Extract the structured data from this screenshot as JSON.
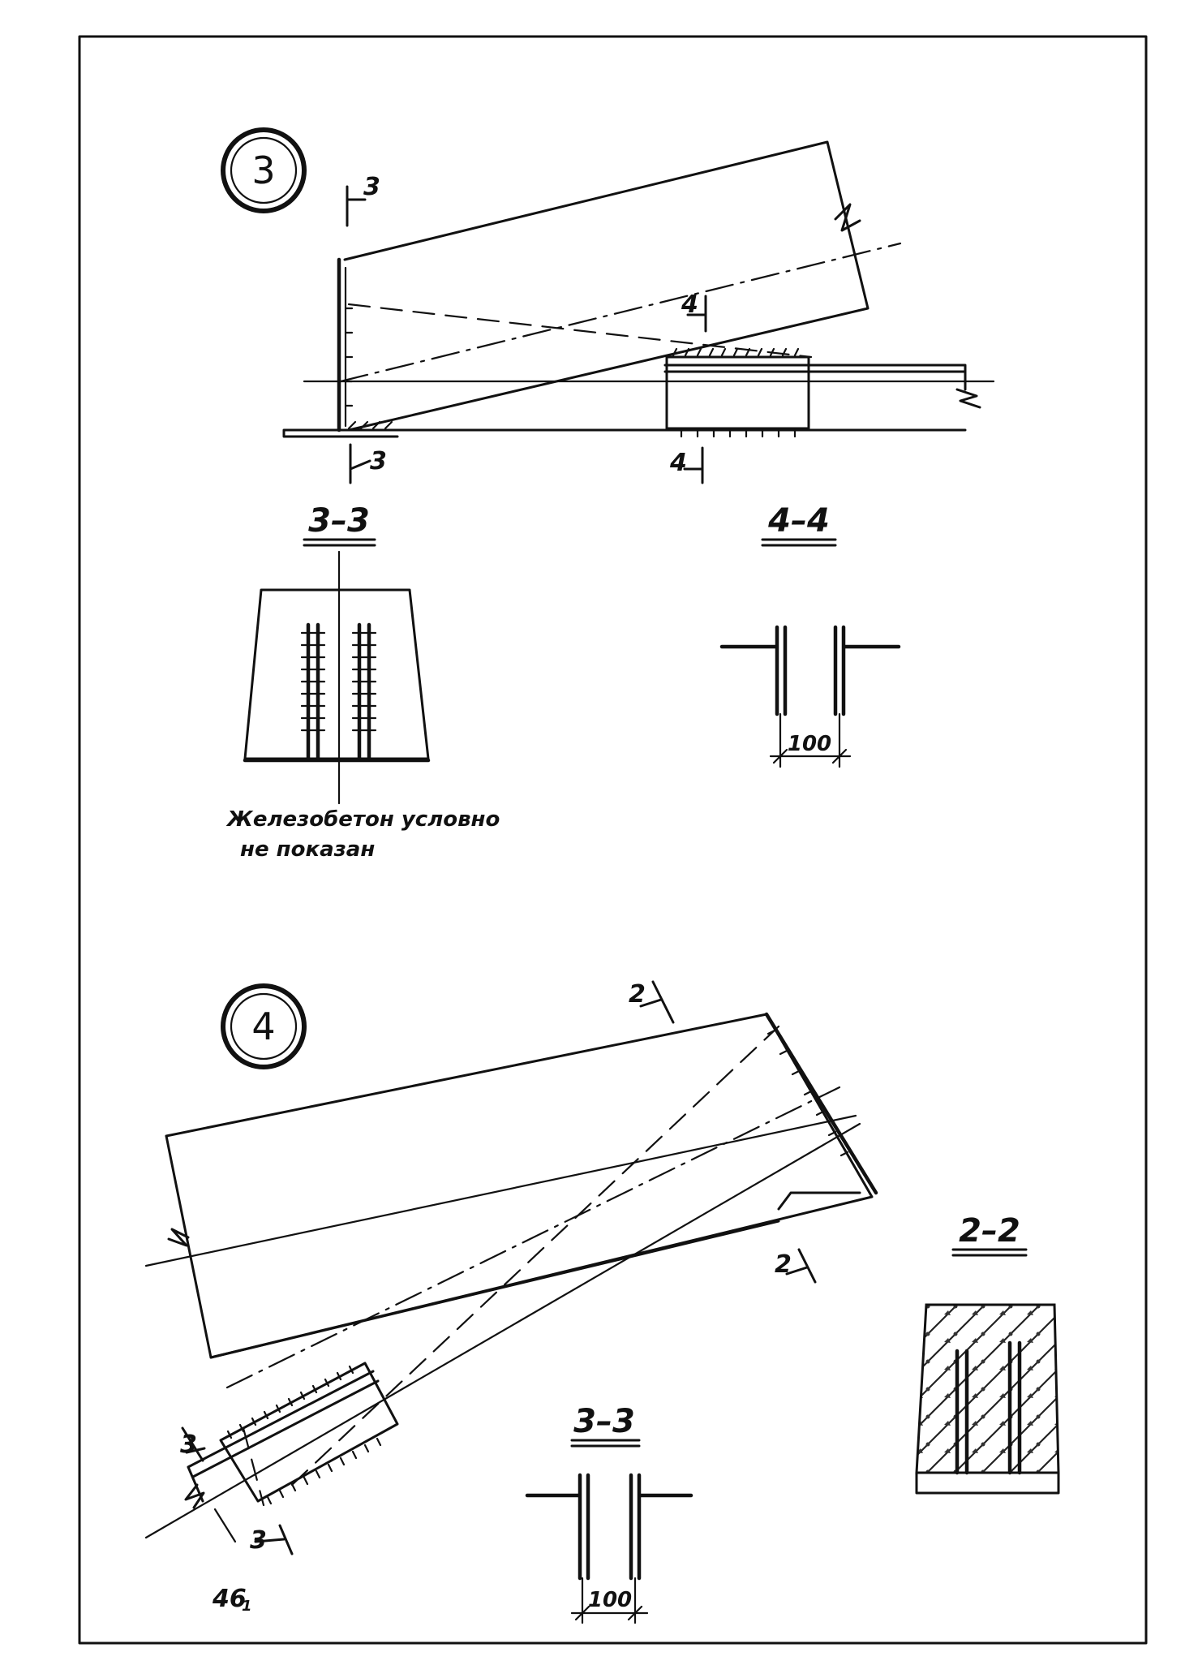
{
  "details": [
    {
      "number": "3",
      "section_marks": [
        "3",
        "3",
        "4",
        "4"
      ],
      "sections": [
        {
          "title": "3–3"
        },
        {
          "title": "4–4",
          "dimension": "100"
        }
      ],
      "note": [
        "Железобетон условно",
        "не показан"
      ]
    },
    {
      "number": "4",
      "section_marks": [
        "2",
        "2",
        "3",
        "3"
      ],
      "sections": [
        {
          "title": "3–3",
          "dimension": "100"
        },
        {
          "title": "2–2"
        }
      ]
    }
  ],
  "page_number": "46",
  "page_number_sub": "1"
}
